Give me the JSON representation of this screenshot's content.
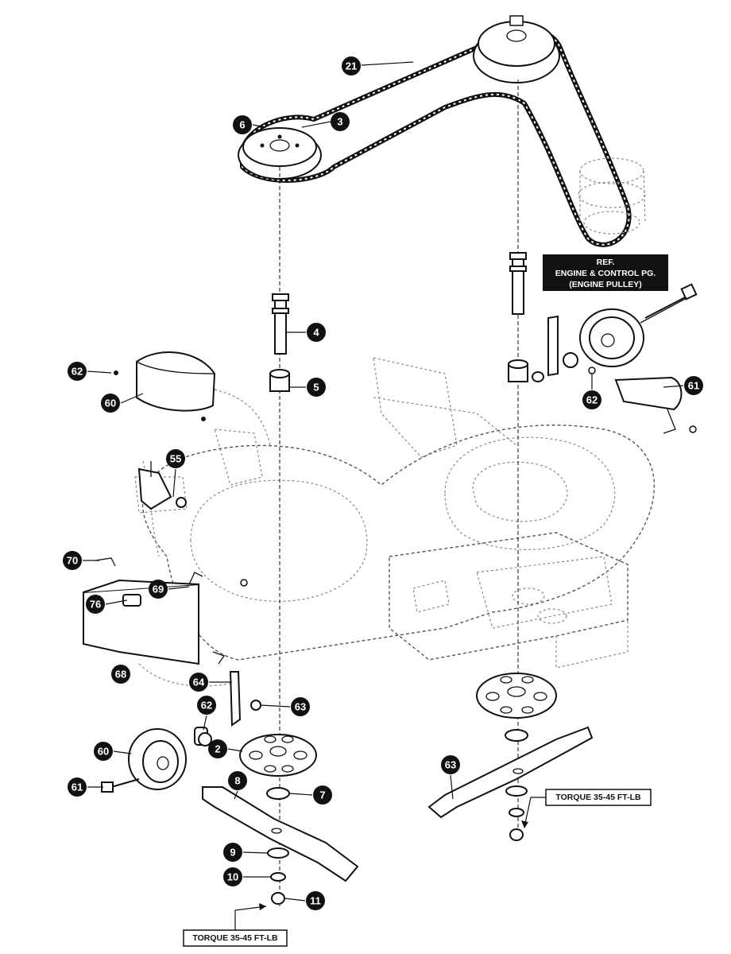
{
  "callouts": [
    "21",
    "6",
    "3",
    "4",
    "5",
    "62",
    "60",
    "55",
    "70",
    "69",
    "76",
    "68",
    "64",
    "62",
    "63",
    "2",
    "60",
    "61",
    "8",
    "7",
    "9",
    "10",
    "11",
    "62",
    "61",
    "63"
  ],
  "reference_label": [
    "REF.",
    "ENGINE & CONTROL PG.",
    "(ENGINE PULLEY)"
  ],
  "torque_label_left": "TORQUE 35-45 FT-LB",
  "torque_label_right": "TORQUE 35-45 FT-LB"
}
